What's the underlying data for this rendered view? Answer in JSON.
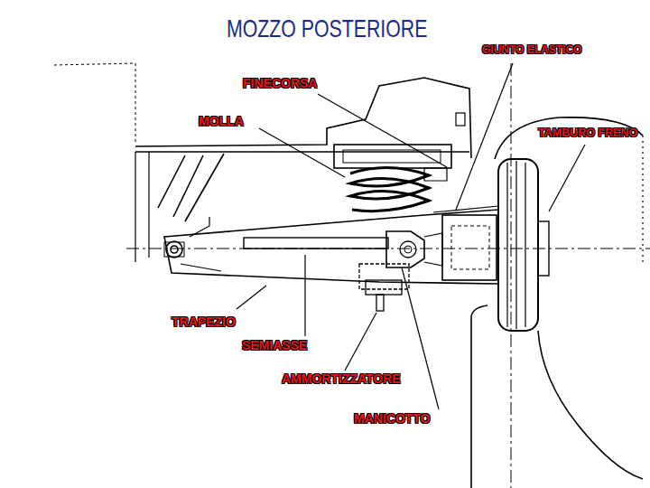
{
  "diagram": {
    "title": "MOZZO POSTERIORE",
    "labels": [
      "GIUNTO ELASTICO",
      "FINECORSA",
      "MOLLA",
      "TAMBURO FRENO",
      "TRAPEZIO",
      "SEMIASSE",
      "AMMORTIZZATORE",
      "MANICOTTO"
    ]
  }
}
